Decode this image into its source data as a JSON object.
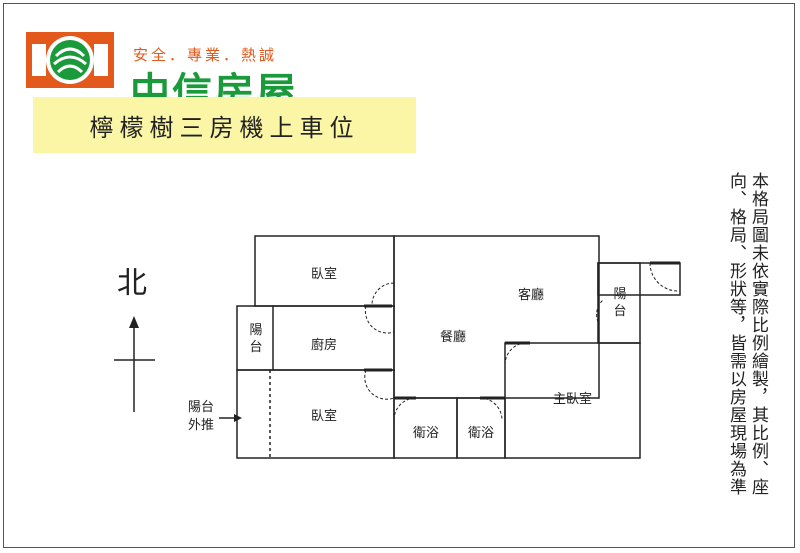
{
  "brand": {
    "slogan": "安全．專業．熱誠",
    "name": "中信房屋",
    "colors": {
      "orange": "#e3591c",
      "green": "#1a9a3a",
      "title_bg": "#fbf6a6"
    }
  },
  "title": "檸檬樹三房機上車位",
  "disclaimer": {
    "line1": "本格局圖未依實際比例繪製，其比例、座",
    "line2": "向、格局、形狀等，皆需以房屋現場為準"
  },
  "compass": {
    "label": "北"
  },
  "rooms": {
    "bedroom_top": "臥室",
    "living_room": "客廳",
    "dining_room": "餐廳",
    "kitchen": "廚房",
    "bedroom_left": "臥室",
    "master_bedroom": "主臥室",
    "bath_1": "衛浴",
    "bath_2": "衛浴",
    "balcony_left": "陽台",
    "balcony_right": "陽台"
  },
  "balcony_push": {
    "line1": "陽台",
    "line2": "外推"
  }
}
